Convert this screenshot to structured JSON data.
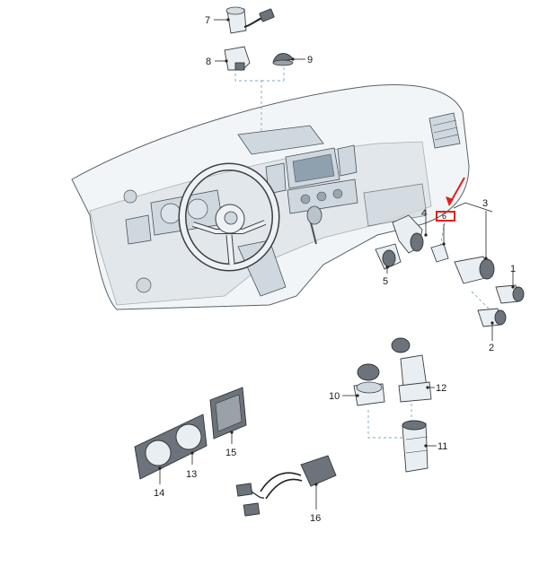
{
  "diagram": {
    "callouts": [
      {
        "id": "c1",
        "text": "1"
      },
      {
        "id": "c2",
        "text": "2"
      },
      {
        "id": "c3",
        "text": "3"
      },
      {
        "id": "c4",
        "text": "4"
      },
      {
        "id": "c5",
        "text": "5"
      },
      {
        "id": "c6",
        "text": "6"
      },
      {
        "id": "c7",
        "text": "7"
      },
      {
        "id": "c8",
        "text": "8"
      },
      {
        "id": "c9",
        "text": "9"
      },
      {
        "id": "c10",
        "text": "10"
      },
      {
        "id": "c11",
        "text": "11"
      },
      {
        "id": "c12",
        "text": "12"
      },
      {
        "id": "c13",
        "text": "13"
      },
      {
        "id": "c14",
        "text": "14"
      },
      {
        "id": "c15",
        "text": "15"
      },
      {
        "id": "c16",
        "text": "16"
      }
    ],
    "colors": {
      "highlight_box": "#e0201b",
      "arrow": "#e0201b",
      "leader": "#222222",
      "assembly_dash": "#7aa7c7"
    }
  }
}
